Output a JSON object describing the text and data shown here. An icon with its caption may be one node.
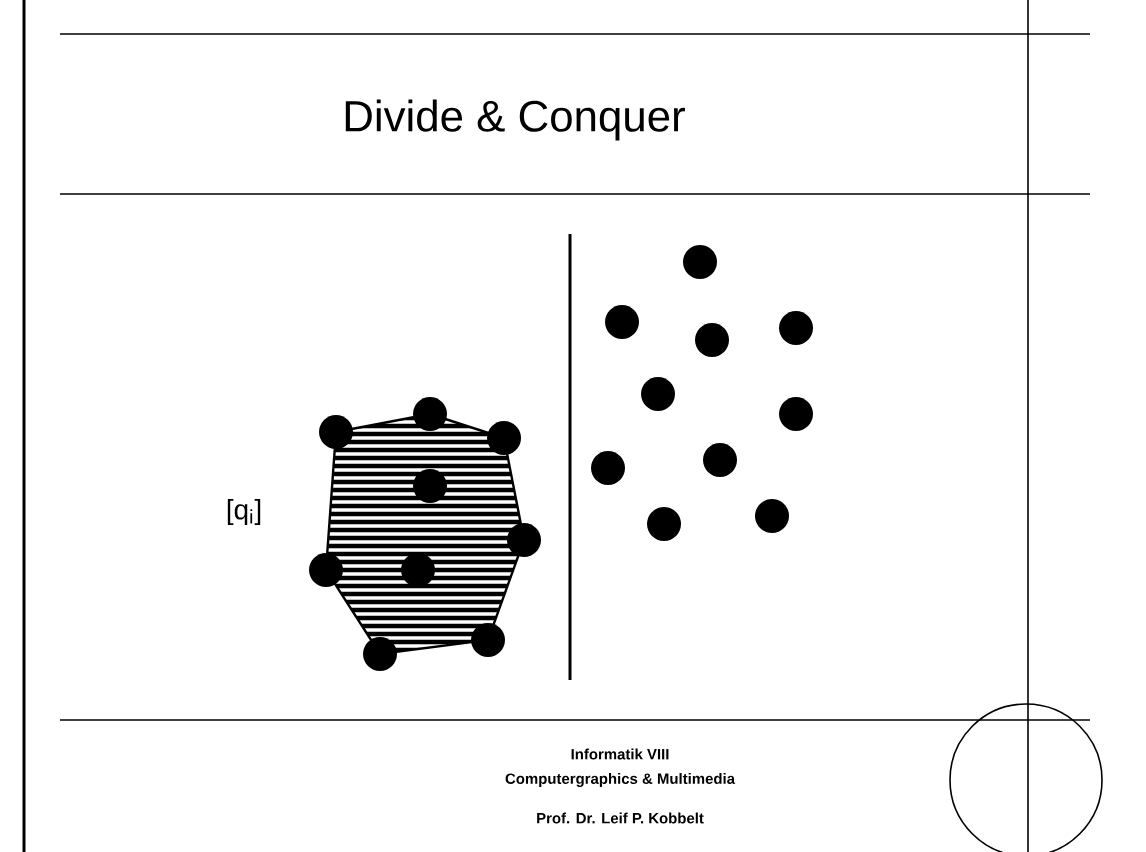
{
  "diagram": {
    "title": "Divide & Conquer",
    "labels": [
      "[q$_{i}$]",
      "Informatik VIII",
      "Computergraphics & Multimedia",
      "Prof. Dr. Leif P. Kobbelt"
    ]
  }
}
